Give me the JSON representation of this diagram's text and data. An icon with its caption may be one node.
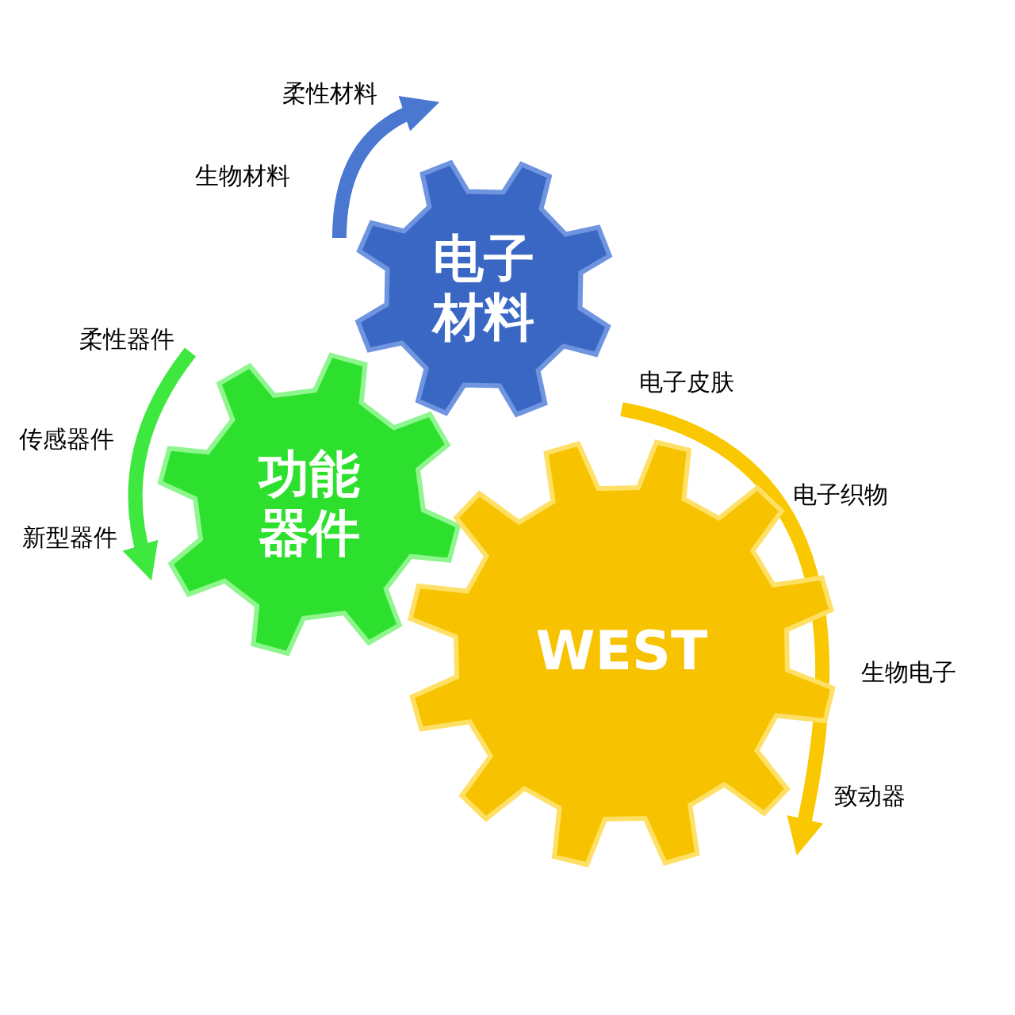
{
  "diagram": {
    "nodes": [
      {
        "text": [
          "电子材料"
        ],
        "beside": [
          "柔性材料",
          "生物材料"
        ]
      },
      {
        "text": [
          "功能器件"
        ],
        "beside": [
          "柔性器件",
          "传感器件",
          "新型器件"
        ]
      },
      {
        "text": [
          "WEST"
        ],
        "beside": [
          "电子皮肤",
          "电子织物",
          "生物电子",
          "致动器"
        ]
      }
    ]
  }
}
